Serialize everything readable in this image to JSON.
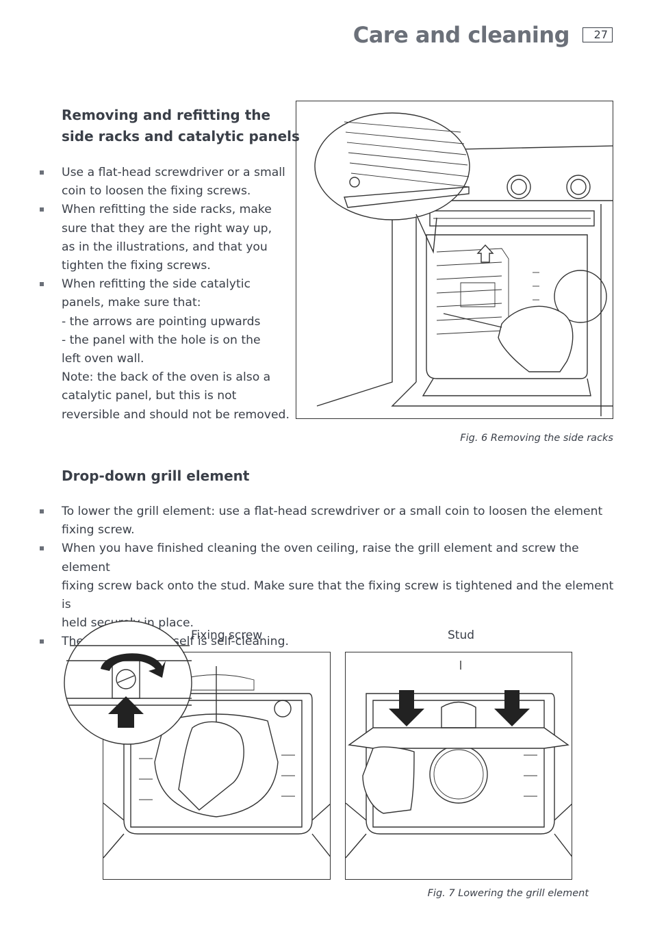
{
  "header": {
    "title": "Care and cleaning",
    "page_number": "27"
  },
  "section1": {
    "heading_line1": "Removing and refitting the",
    "heading_line2": "side racks and catalytic panels",
    "bullets": [
      {
        "lines": [
          "Use a flat-head screwdriver or a small",
          "coin to loosen the fixing screws."
        ]
      },
      {
        "lines": [
          "When refitting the side racks, make",
          "sure that they are the right way up,",
          "as in the illustrations, and that you",
          "tighten the fixing screws."
        ]
      },
      {
        "lines": [
          "When refitting the side catalytic",
          "panels, make sure that:",
          "- the arrows are pointing upwards",
          "- the panel with the hole is on the",
          "left oven wall.",
          "Note: the back of the oven is also a",
          "catalytic panel, but this is not",
          "reversible and should not be removed."
        ]
      }
    ],
    "figure_caption": "Fig. 6 Removing the side racks"
  },
  "section2": {
    "heading": "Drop-down grill element",
    "bullets": [
      {
        "lines": [
          "To lower the grill element: use a flat-head screwdriver or a small coin to loosen the element",
          "fixing screw."
        ]
      },
      {
        "lines": [
          "When you have finished cleaning the oven ceiling, raise the grill element and screw the element",
          "fixing screw back onto the stud. Make sure that the fixing screw is tightened and the element is",
          "held securely in place."
        ]
      },
      {
        "lines": [
          "The grill element itself is self-cleaning."
        ]
      }
    ],
    "label_fixing_screw": "Fixing screw",
    "label_stud": "Stud",
    "figure_caption": "Fig. 7 Lowering the grill element"
  }
}
